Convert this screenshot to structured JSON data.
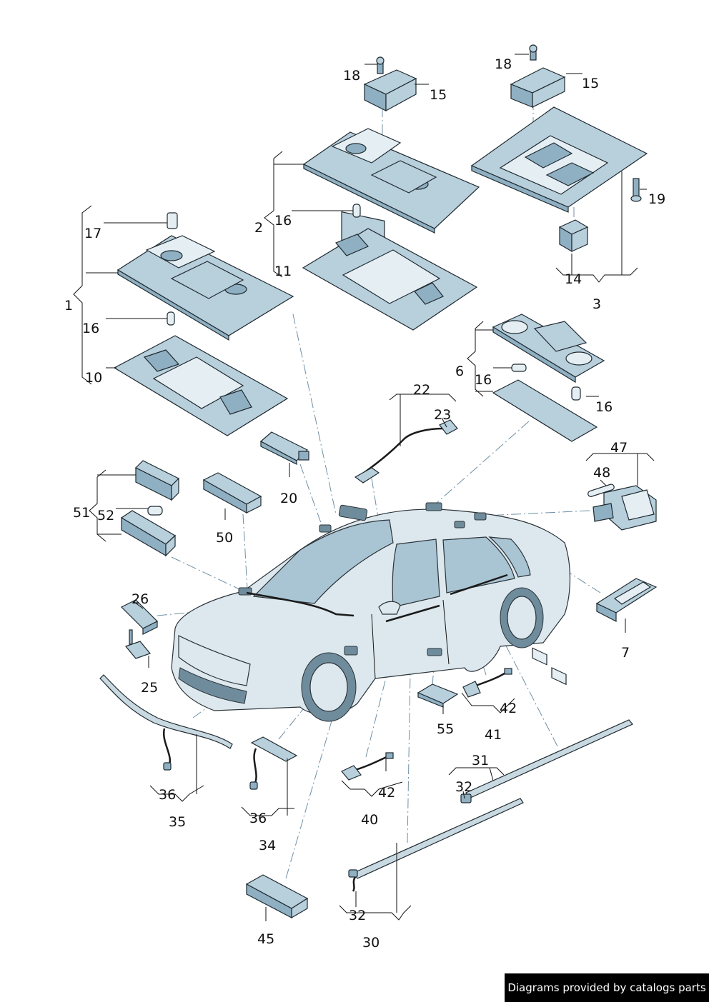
{
  "callouts": [
    {
      "id": "c18a",
      "label": "18"
    },
    {
      "id": "c15a",
      "label": "15"
    },
    {
      "id": "c18b",
      "label": "18"
    },
    {
      "id": "c15b",
      "label": "15"
    },
    {
      "id": "c19",
      "label": "19"
    },
    {
      "id": "c2",
      "label": "2"
    },
    {
      "id": "c16a",
      "label": "16"
    },
    {
      "id": "c11",
      "label": "11"
    },
    {
      "id": "c14",
      "label": "14"
    },
    {
      "id": "c3",
      "label": "3"
    },
    {
      "id": "c17",
      "label": "17"
    },
    {
      "id": "c1",
      "label": "1"
    },
    {
      "id": "c16b",
      "label": "16"
    },
    {
      "id": "c10",
      "label": "10"
    },
    {
      "id": "c6",
      "label": "6"
    },
    {
      "id": "c16c",
      "label": "16"
    },
    {
      "id": "c16d",
      "label": "16"
    },
    {
      "id": "c22",
      "label": "22"
    },
    {
      "id": "c23",
      "label": "23"
    },
    {
      "id": "c47",
      "label": "47"
    },
    {
      "id": "c48",
      "label": "48"
    },
    {
      "id": "c20",
      "label": "20"
    },
    {
      "id": "c51",
      "label": "51"
    },
    {
      "id": "c52",
      "label": "52"
    },
    {
      "id": "c50",
      "label": "50"
    },
    {
      "id": "c7",
      "label": "7"
    },
    {
      "id": "c26",
      "label": "26"
    },
    {
      "id": "c25",
      "label": "25"
    },
    {
      "id": "c42a",
      "label": "42"
    },
    {
      "id": "c55",
      "label": "55"
    },
    {
      "id": "c41",
      "label": "41"
    },
    {
      "id": "c36a",
      "label": "36"
    },
    {
      "id": "c35",
      "label": "35"
    },
    {
      "id": "c36b",
      "label": "36"
    },
    {
      "id": "c34",
      "label": "34"
    },
    {
      "id": "c42b",
      "label": "42"
    },
    {
      "id": "c40",
      "label": "40"
    },
    {
      "id": "c31",
      "label": "31"
    },
    {
      "id": "c32a",
      "label": "32"
    },
    {
      "id": "c32b",
      "label": "32"
    },
    {
      "id": "c30",
      "label": "30"
    },
    {
      "id": "c45",
      "label": "45"
    }
  ],
  "credit": "Diagrams provided by catalogs parts"
}
